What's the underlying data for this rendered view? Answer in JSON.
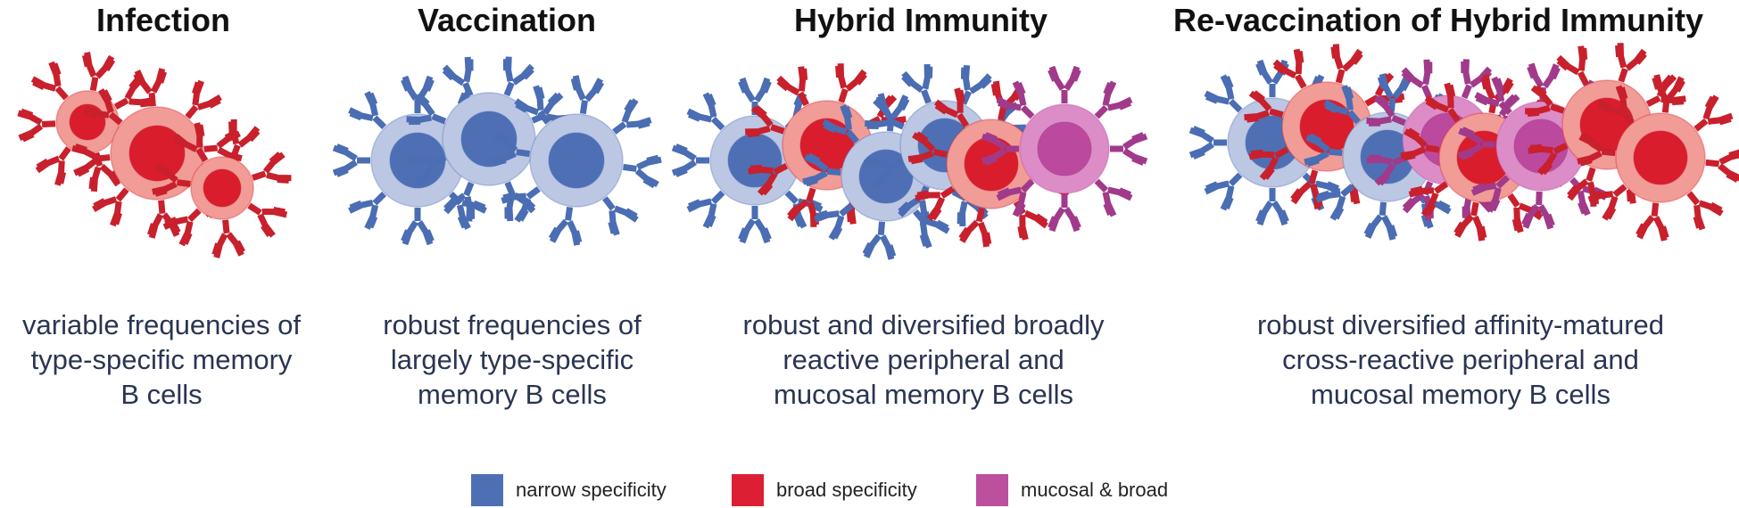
{
  "panels": [
    {
      "title": "Infection",
      "description": [
        "variable frequencies of",
        "type-specific memory",
        "B cells"
      ]
    },
    {
      "title": "Vaccination",
      "description": [
        "robust frequencies of",
        "largely type-specific",
        "memory B cells"
      ]
    },
    {
      "title": "Hybrid Immunity",
      "description": [
        "robust and diversified broadly",
        "reactive peripheral and",
        "mucosal memory B cells"
      ]
    },
    {
      "title": "Re-vaccination of Hybrid Immunity",
      "description": [
        "robust diversified affinity-matured",
        "cross-reactive peripheral and",
        "mucosal memory B cells"
      ]
    }
  ],
  "legend": [
    {
      "label": "narrow specificity",
      "color": "#4f6fb5"
    },
    {
      "label": "broad specificity",
      "color": "#dd1f33"
    },
    {
      "label": "mucosal & broad",
      "color": "#bd4f9f"
    }
  ],
  "cell_colors": {
    "narrow": {
      "outer": "#bcc7e4",
      "inner": "#4f6fb5",
      "antibody": "#4a6db3"
    },
    "broad": {
      "outer": "#f19c96",
      "inner": "#d91d2c",
      "antibody": "#c8202c"
    },
    "mucosal": {
      "outer": "#dc8cc7",
      "inner": "#bb4a9e",
      "antibody": "#a13a8a"
    }
  }
}
